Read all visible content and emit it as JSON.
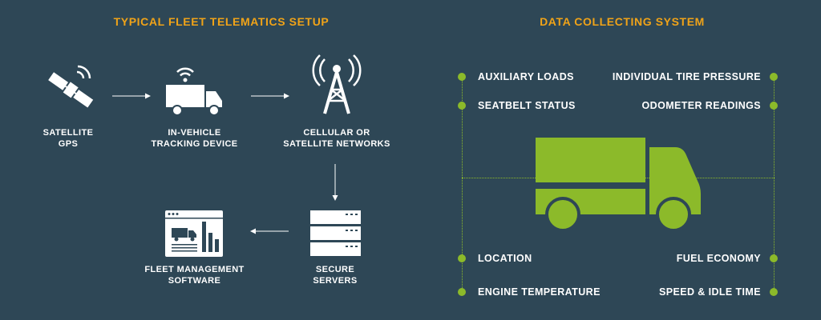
{
  "left": {
    "title": "TYPICAL FLEET TELEMATICS SETUP",
    "nodes": {
      "satellite": [
        "SATELLITE",
        "GPS"
      ],
      "vehicle_device": [
        "IN-VEHICLE",
        "TRACKING DEVICE"
      ],
      "networks": [
        "CELLULAR OR",
        "SATELLITE NETWORKS"
      ],
      "servers": [
        "SECURE",
        "SERVERS"
      ],
      "software": [
        "FLEET MANAGEMENT",
        "SOFTWARE"
      ]
    }
  },
  "right": {
    "title": "DATA COLLECTING SYSTEM",
    "items_left": [
      "AUXILIARY LOADS",
      "SEATBELT STATUS",
      "LOCATION",
      "ENGINE TEMPERATURE"
    ],
    "items_right": [
      "INDIVIDUAL TIRE PRESSURE",
      "ODOMETER READINGS",
      "FUEL ECONOMY",
      "SPEED & IDLE TIME"
    ]
  },
  "colors": {
    "background": "#2e4756",
    "heading": "#f0a318",
    "accent_green": "#8cba2a",
    "icon_white": "#ffffff"
  },
  "icons": [
    "satellite-icon",
    "truck-wifi-icon",
    "cell-tower-icon",
    "server-stack-icon",
    "fleet-software-icon",
    "truck-icon"
  ]
}
